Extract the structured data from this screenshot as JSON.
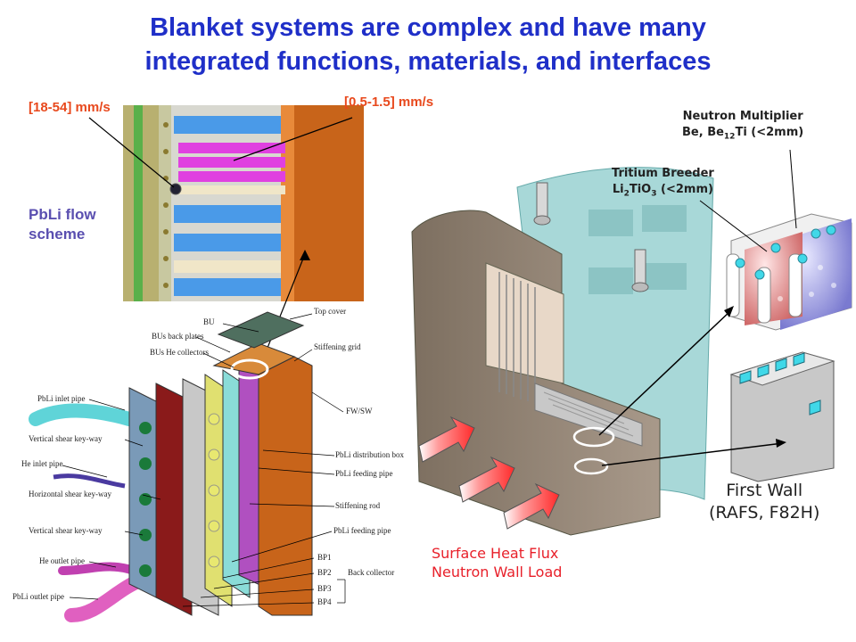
{
  "title": {
    "line1": "Blanket systems are complex and have many",
    "line2": "integrated functions, materials, and interfaces"
  },
  "flow_labels": {
    "fast": "[18-54] mm/s",
    "slow": "[0.5-1.5] mm/s",
    "scheme": "PbLi flow scheme"
  },
  "exploded_view_labels": {
    "bu": "BU",
    "top_cover": "Top cover",
    "bus_back_plates": "BUs back plates",
    "stiffening_grid": "Stiffening grid",
    "bus_he_collectors": "BUs He collectors",
    "pbli_inlet_pipe": "PbLi inlet pipe",
    "fw_sw": "FW/SW",
    "vertical_shear_key_way_1": "Vertical shear key-way",
    "he_inlet_pipe": "He inlet pipe",
    "pbli_distribution_box": "PbLi distribution box",
    "horizontal_shear_key_way": "Horizontal shear key-way",
    "pbli_feeding_pipe_1": "PbLi feeding pipe",
    "stiffening_rod": "Stiffening rod",
    "vertical_shear_key_way_2": "Vertical shear key-way",
    "pbli_feeding_pipe_2": "PbLi feeding pipe",
    "he_outlet_pipe": "He outlet pipe",
    "bp1": "BP1",
    "bp2": "BP2",
    "back_collector": "Back collector",
    "pbli_outlet_pipe": "PbLi outlet pipe",
    "bp3": "BP3",
    "bp4": "BP4"
  },
  "material_labels": {
    "neutron_multiplier_line1": "Neutron Multiplier",
    "neutron_multiplier_line2_a": "Be, Be",
    "neutron_multiplier_sub": "12",
    "neutron_multiplier_line2_b": "Ti (<2mm)",
    "tritium_breeder_line1": "Tritium Breeder",
    "tritium_breeder_line2_a": "Li",
    "tritium_breeder_sub1": "2",
    "tritium_breeder_line2_b": "TiO",
    "tritium_breeder_sub2": "3",
    "tritium_breeder_line2_c": " (<2mm)"
  },
  "first_wall": {
    "line1": "First Wall",
    "line2": "(RAFS, F82H)"
  },
  "heat_flux": {
    "line1": "Surface Heat Flux",
    "line2": "Neutron Wall Load"
  },
  "colors": {
    "title": "#1f2fc8",
    "flow_rate": "#e8491d",
    "flow_scheme": "#5a4fb0",
    "heat_flux": "#e8202a",
    "arrow_fill": "#ff3b3b",
    "blanket_box": "#9a8c7c",
    "first_wall_panel": "#a8d8d8"
  }
}
